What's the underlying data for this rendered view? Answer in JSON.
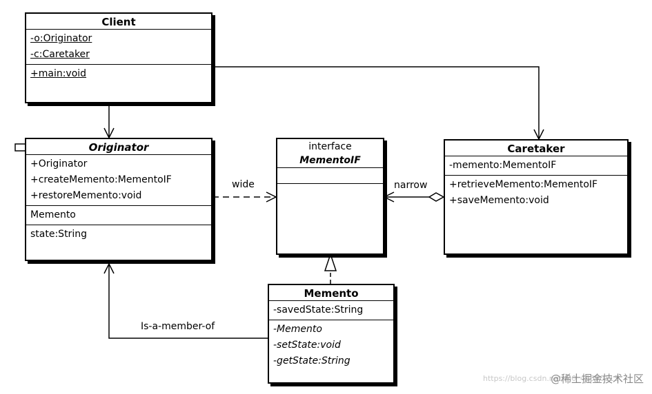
{
  "client": {
    "title": "Client",
    "attributes": [
      "-o:Originator",
      "-c:Caretaker"
    ],
    "operations": [
      "+main:void"
    ]
  },
  "originator": {
    "title": "Originator",
    "operations": [
      "+Originator",
      "+createMemento:MementoIF",
      "+restoreMemento:void"
    ],
    "inner": "Memento",
    "attributes": [
      "state:String"
    ]
  },
  "memento_if": {
    "stereotype": "interface",
    "title": "MementoIF"
  },
  "caretaker": {
    "title": "Caretaker",
    "attributes": [
      "-memento:MementoIF"
    ],
    "operations": [
      "+retrieveMemento:MementoIF",
      "+saveMemento:void"
    ]
  },
  "memento": {
    "title": "Memento",
    "attributes": [
      "-savedState:String"
    ],
    "operations": [
      "-Memento",
      "-setState:void",
      "-getState:String"
    ]
  },
  "labels": {
    "wide": "wide",
    "narrow": "narrow",
    "member_of": "Is-a-member-of"
  },
  "watermark": {
    "brand": "@稀土掘金技术社区",
    "url": "https://blog.csdn.net/m0_46690113"
  }
}
